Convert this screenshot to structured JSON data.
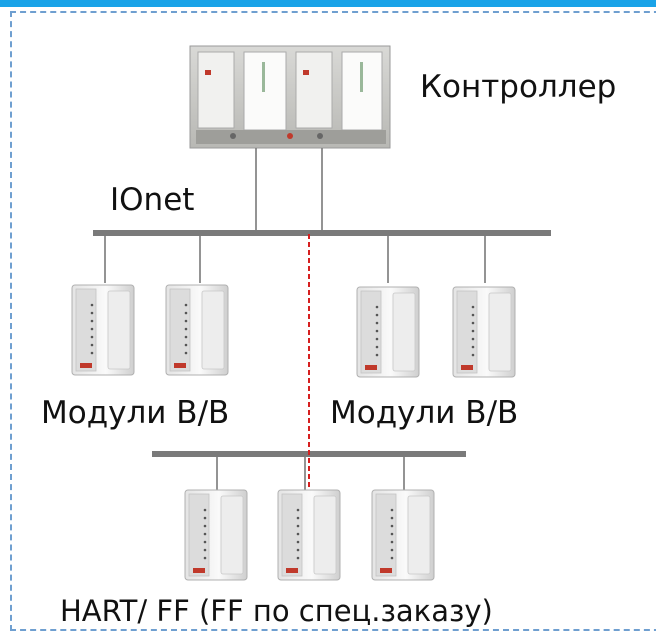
{
  "labels": {
    "controller": "Контроллер",
    "ionet": "IOnet",
    "io_modules_left": "Модули В/В",
    "io_modules_right": "Модули В/В",
    "hart_ff": "HART/ FF (FF по спец.заказу)"
  },
  "colors": {
    "accent_bar": "#1aa3e8",
    "frame_border": "#6f9fd0",
    "bus_line": "#7a7a7a",
    "redundant_link": "#d62020"
  }
}
